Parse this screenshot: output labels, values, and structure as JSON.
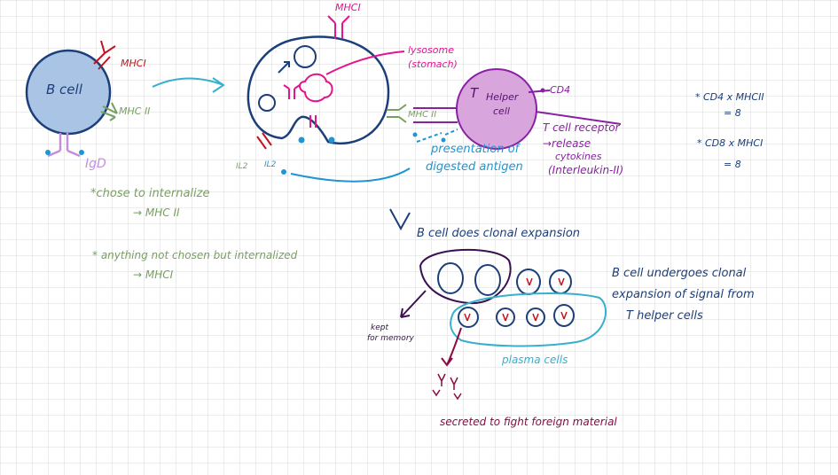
{
  "colors": {
    "grid": "#d9d9d9",
    "navy": "#1c3f7a",
    "bcell_fill": "#a9c4e4",
    "red": "#c0151f",
    "green": "#77a05e",
    "magenta": "#e3148f",
    "purple": "#8a1fa3",
    "helper_fill": "#d8a6dd",
    "blue": "#1f95d4",
    "teal": "#36b0cc",
    "lavender": "#c48ee0",
    "maroon": "#8a0a44"
  },
  "left": {
    "bcell_label": "B cell",
    "mhc1": "MHCI",
    "mhc2": "MHC II",
    "igd": "IgD",
    "note1_line1": "*chose to internalize",
    "note1_line2": "→ MHC II",
    "note2_line1": "* anything not chosen but internalized",
    "note2_line2": "→ MHCI"
  },
  "center": {
    "mhc1_top": "MHCI",
    "lysosome_line1": "lysosome",
    "lysosome_line2": "(stomach)",
    "mhc2": "MHC II",
    "il2_a": "IL2",
    "il2_b": "IL2",
    "presentation_line1": "presentation of",
    "presentation_line2": "digested antigen"
  },
  "helper": {
    "t": "T",
    "line1": "Helper",
    "line2": "cell",
    "cd4": "CD4",
    "tcr": "T cell receptor",
    "release": "→release",
    "cytokines": "cytokines",
    "interleukin": "(Interleukin-II)"
  },
  "right": {
    "cd4_line1": "* CD4 x MHCII",
    "cd4_line2": "= 8",
    "cd8_line1": "* CD8 x MHCI",
    "cd8_line2": "= 8"
  },
  "bottom": {
    "clonal_title": "B cell does clonal expansion",
    "kept_line1": "kept",
    "kept_line2": "for memory",
    "plasma": "plasma cells",
    "undergoes_line1": "B cell undergoes clonal",
    "undergoes_line2": "expansion of signal from",
    "undergoes_line3": "T helper cells",
    "secreted": "secreted to fight foreign material"
  }
}
